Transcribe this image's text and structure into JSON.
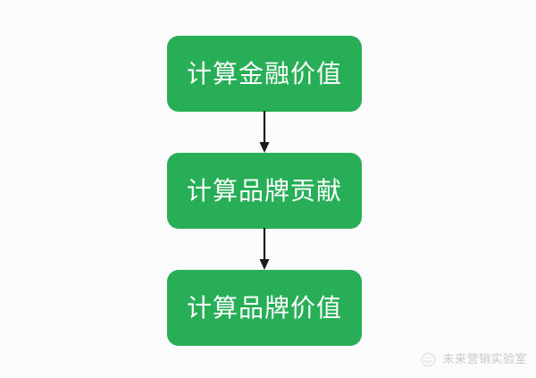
{
  "diagram": {
    "title": "brand-value-calculation-flow",
    "background_color": "#fbfbfb",
    "node_color": "#27ae56",
    "node_text_color": "#ffffff",
    "connector_color": "#1a1a1a",
    "nodes": [
      {
        "id": "node-1",
        "label": "计算金融价值"
      },
      {
        "id": "node-2",
        "label": "计算品牌贡献"
      },
      {
        "id": "node-3",
        "label": "计算品牌价值"
      }
    ],
    "connectors": [
      {
        "id": "connector-1",
        "from": "node-1",
        "to": "node-2",
        "kind": "arrow-down"
      },
      {
        "id": "connector-2",
        "from": "node-2",
        "to": "node-3",
        "kind": "arrow-down"
      }
    ]
  },
  "watermark": {
    "icon": "circular-logo-icon",
    "text": "未来营销实验室",
    "color": "#c9c9c9"
  }
}
